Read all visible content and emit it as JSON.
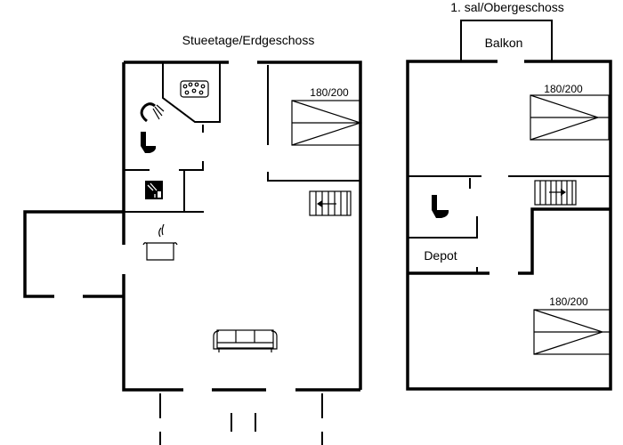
{
  "floors": [
    {
      "title": "Stueetage/Erdgeschoss",
      "rooms": {
        "bedroom": {
          "bed_size": "180/200"
        }
      },
      "icons": [
        "whirlpool-icon",
        "shower-icon",
        "toilet-icon",
        "washing-machine-icon",
        "stairs-icon",
        "cooking-pot-icon",
        "sofa-icon"
      ]
    },
    {
      "title": "1. sal/Obergeschoss",
      "rooms": {
        "balcony": {
          "label": "Balkon"
        },
        "bedroom_1": {
          "bed_size": "180/200"
        },
        "storage": {
          "label": "Depot"
        },
        "bedroom_2": {
          "bed_size": "180/200"
        }
      },
      "icons": [
        "toilet-icon",
        "stairs-icon"
      ]
    }
  ],
  "colors": {
    "lines": "#000000",
    "background": "#ffffff"
  }
}
